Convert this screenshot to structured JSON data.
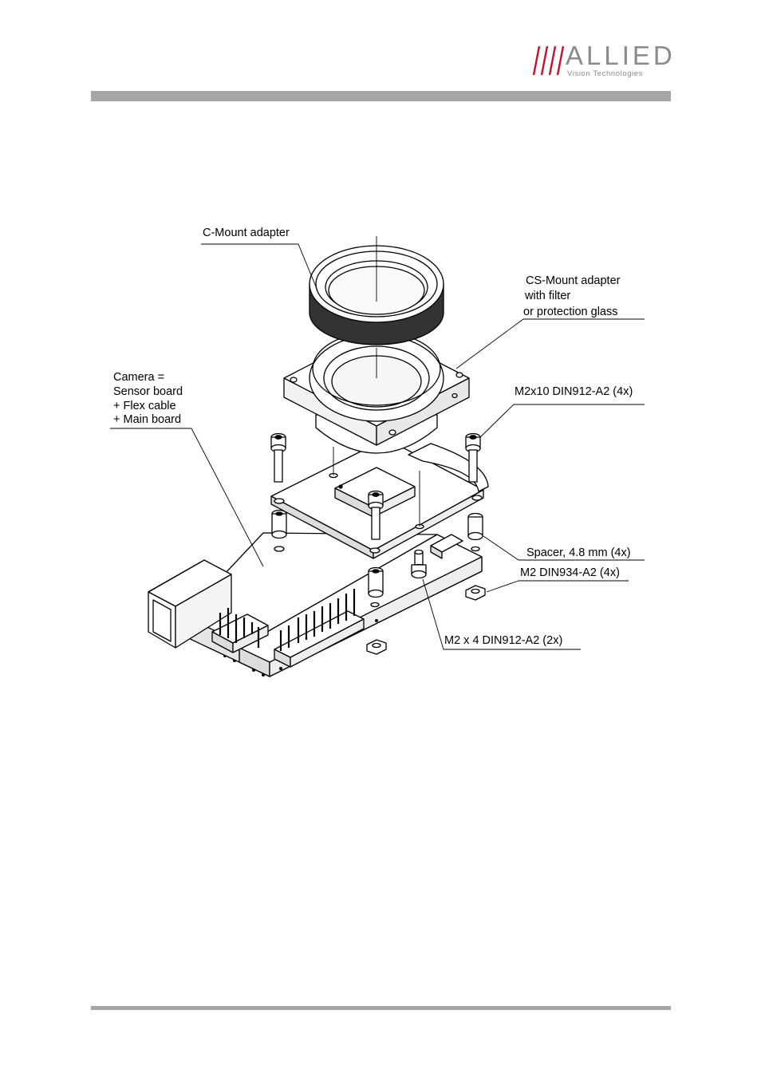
{
  "header": {
    "brand": "ALLIED",
    "tagline": "Vision Technologies",
    "accent_color": "#c8102e",
    "gray_color": "#a6a6a6"
  },
  "diagram": {
    "labels": {
      "c_mount": "C-Mount adapter",
      "cs_mount": [
        "CS-Mount adapter",
        "with filter",
        "or protection glass"
      ],
      "camera": [
        "Camera =",
        "Sensor board",
        "+ Flex cable",
        "+ Main board"
      ],
      "screw_m2x10": "M2x10 DIN912-A2  (4x)",
      "spacer": "Spacer, 4.8 mm (4x)",
      "nut_m2": "M2 DIN934-A2 (4x)",
      "screw_m2x4": "M2 x 4 DIN912-A2 (2x)"
    }
  }
}
